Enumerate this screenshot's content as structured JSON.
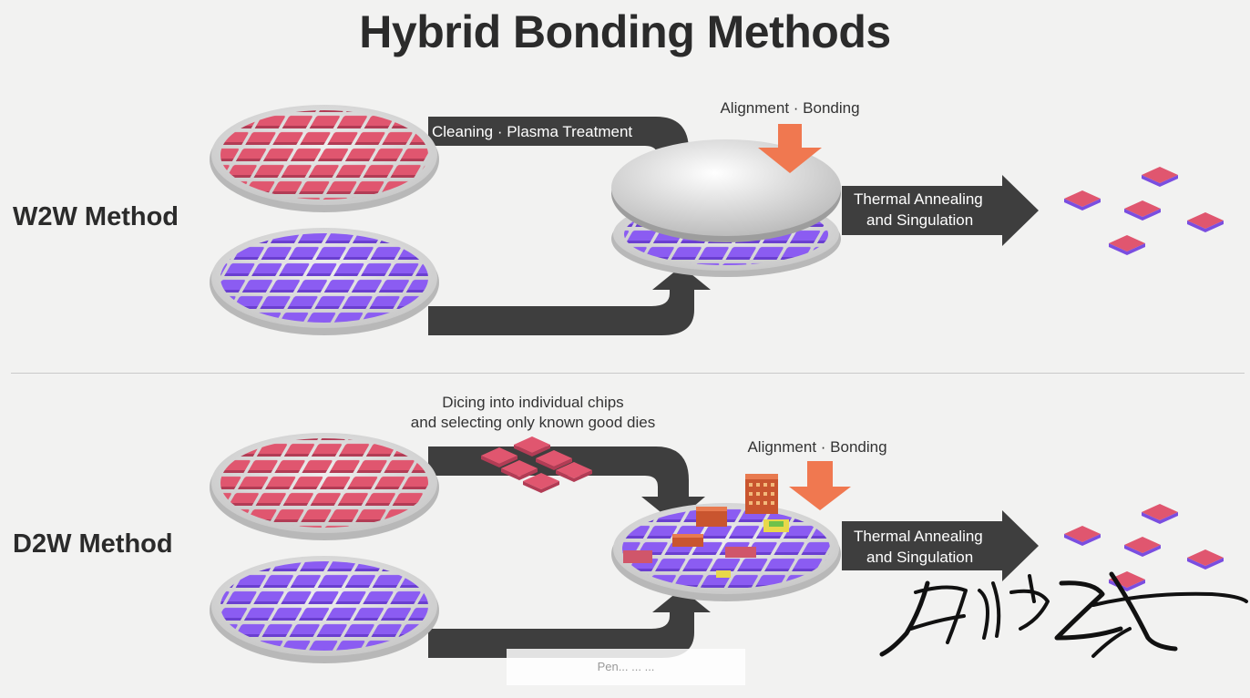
{
  "title": "Hybrid Bonding Methods",
  "w2w": {
    "label": "W2W Method",
    "step1": "Cleaning · Plasma Treatment",
    "step2": "Alignment · Bonding",
    "step3_line1": "Thermal Annealing",
    "step3_line2": "and Singulation"
  },
  "d2w": {
    "label": "D2W Method",
    "dicing_line1": "Dicing into individual chips",
    "dicing_line2": "and selecting only known good dies",
    "step2": "Alignment · Bonding",
    "step3_line1": "Thermal Annealing",
    "step3_line2": "and Singulation"
  },
  "watermark": "Pen... ... ...",
  "colors": {
    "top_wafer_die": "#e0566f",
    "bottom_wafer_die": "#8b5cf2",
    "arrow": "#3e3e3e",
    "bond_arrow": "#f07850",
    "wafer": "#dcdcdc"
  }
}
